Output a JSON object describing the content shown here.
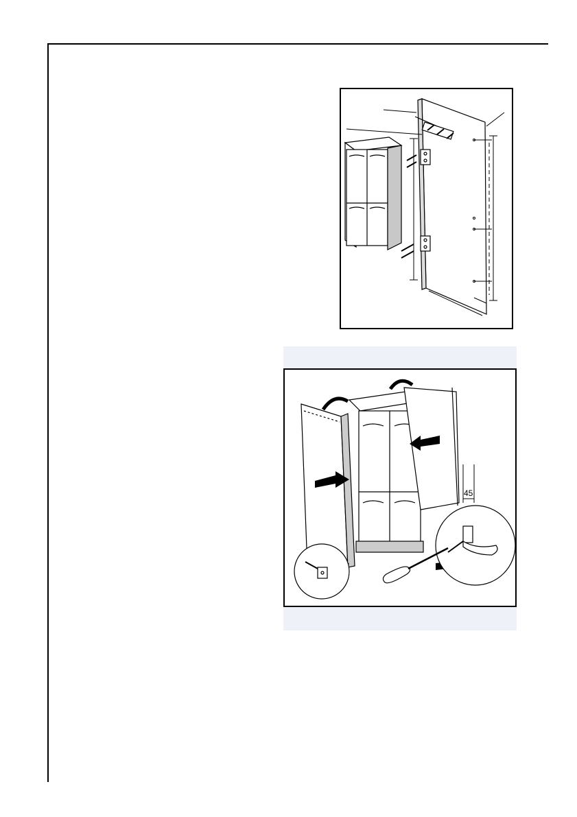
{
  "page": {
    "background": "#ffffff",
    "rule_color": "#000000"
  },
  "figure_1": {
    "name": "door-panel-mounting-diagram",
    "description_icons": [
      "cabinet",
      "door-panel",
      "hinge-bracket",
      "screws",
      "dimension-lines"
    ]
  },
  "figure_2": {
    "name": "appliance-installation-diagram",
    "dimension_label": "45",
    "panel_bg": "#eef2f8"
  }
}
